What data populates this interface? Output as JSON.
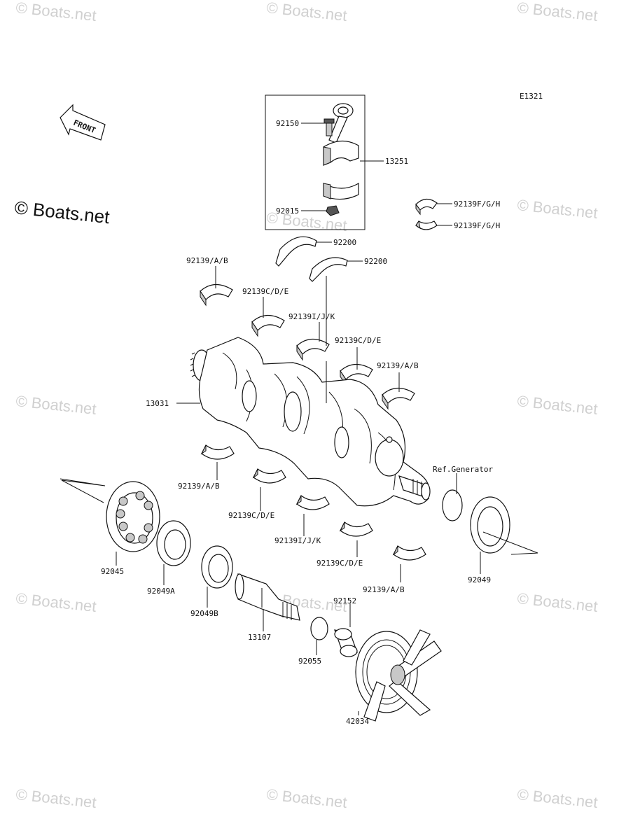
{
  "diagram": {
    "code": "E1321",
    "front_label": "FRONT",
    "ref_label": "Ref.Generator"
  },
  "watermarks": {
    "text": "© Boats.net",
    "main": "© Boats.net"
  },
  "labels": {
    "p92150": "92150",
    "p13251": "13251",
    "p92015": "92015",
    "p92139fgh_a": "92139F/G/H",
    "p92139fgh_b": "92139F/G/H",
    "p92200_a": "92200",
    "p92200_b": "92200",
    "p92139ab_1": "92139/A/B",
    "p92139cde_1": "92139C/D/E",
    "p92139ijk_1": "92139I/J/K",
    "p92139cde_2": "92139C/D/E",
    "p92139ab_2": "92139/A/B",
    "p13031": "13031",
    "p92139ab_3": "92139/A/B",
    "p92139cde_3": "92139C/D/E",
    "p92139ijk_2": "92139I/J/K",
    "p92139cde_4": "92139C/D/E",
    "p92139ab_4": "92139/A/B",
    "p92045": "92045",
    "p92049a": "92049A",
    "p92049b": "92049B",
    "p13107": "13107",
    "p92152": "92152",
    "p92055": "92055",
    "p42034": "42034",
    "p92049": "92049"
  }
}
